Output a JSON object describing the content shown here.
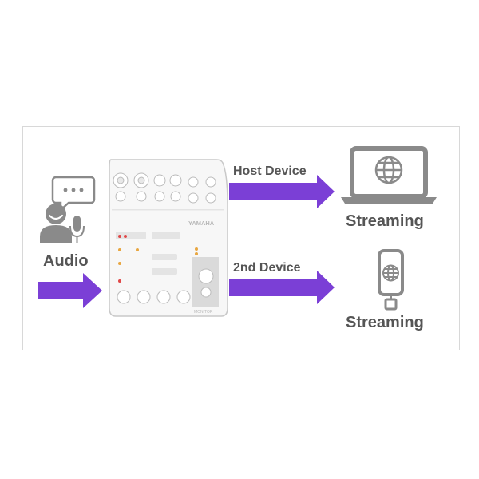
{
  "labels": {
    "audio": "Audio",
    "host_device": "Host Device",
    "second_device": "2nd Device",
    "streaming_top": "Streaming",
    "streaming_bottom": "Streaming"
  },
  "mixer": {
    "brand": "YAMAHA",
    "monitor": "MONITOR"
  },
  "colors": {
    "arrow": "#7b3fd6",
    "icon": "#8a8a8a",
    "text": "#555555",
    "frame": "#d8d8d8"
  },
  "icons": {
    "source": "speaker-person-icon",
    "speech": "speech-bubble-icon",
    "mic": "microphone-icon",
    "laptop": "laptop-icon",
    "phone": "smartphone-icon",
    "globe": "globe-icon"
  }
}
